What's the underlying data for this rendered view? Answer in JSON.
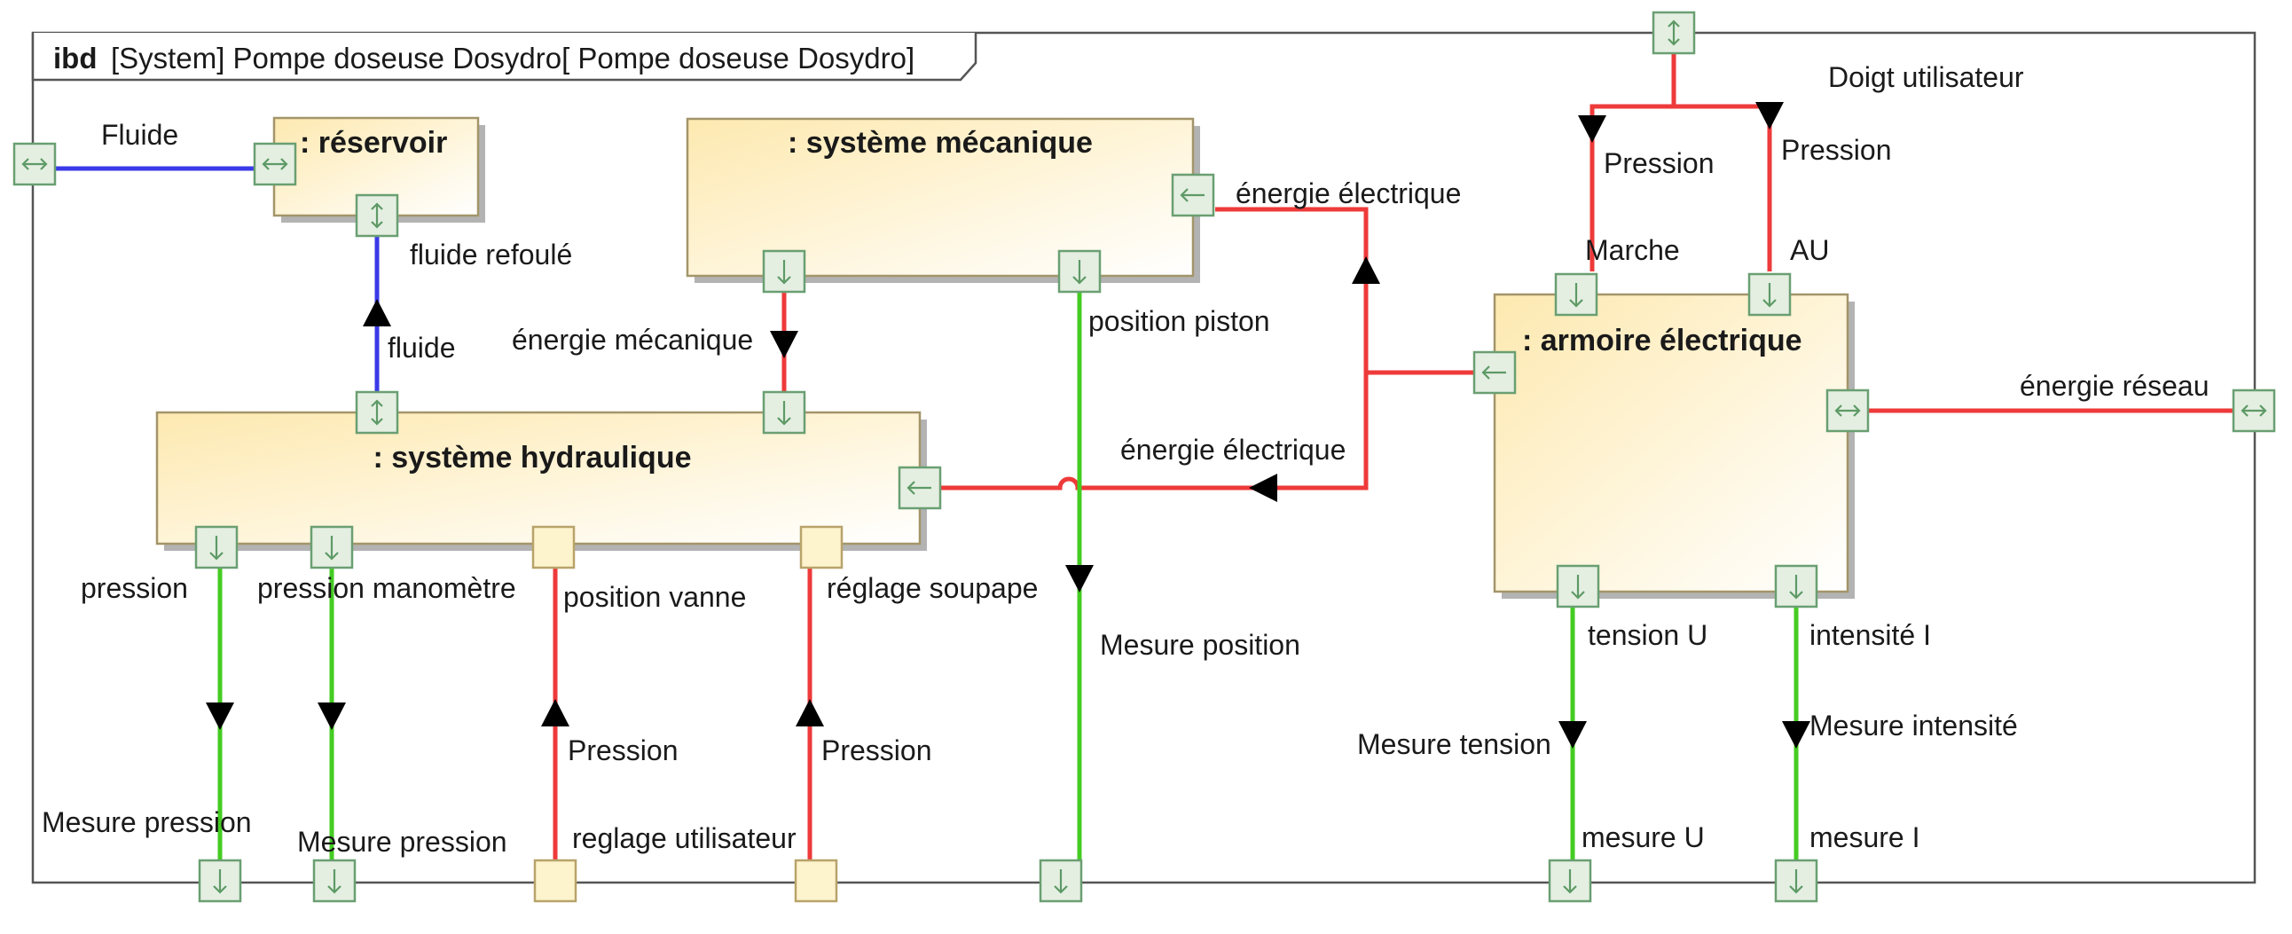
{
  "frame": {
    "keyword": "ibd",
    "title": "[System] Pompe doseuse Dosydro[ Pompe doseuse Dosydro]"
  },
  "blocks": {
    "reservoir": ": réservoir",
    "mecanique": ": système mécanique",
    "hydraulique": ": système hydraulique",
    "armoire": ": armoire électrique"
  },
  "labels": {
    "fluide_ext": "Fluide",
    "fluide_refoule": "fluide refoulé",
    "fluide": "fluide",
    "energie_mecanique": "énergie mécanique",
    "energie_electrique_meca": "énergie électrique",
    "energie_electrique_hydro": "énergie électrique",
    "position_piston": "position piston",
    "mesure_position": "Mesure position",
    "doigt_utilisateur": "Doigt utilisateur",
    "pression_left": "Pression",
    "pression_right": "Pression",
    "marche": "Marche",
    "au": "AU",
    "energie_reseau": "énergie réseau",
    "pression": "pression",
    "pression_manometre": "pression manomètre",
    "position_vanne": "position vanne",
    "reglage_soupape": "réglage soupape",
    "mesure_pression_1": "Mesure pression",
    "mesure_pression_2": "Mesure pression",
    "pression_vanne": "Pression",
    "pression_soupape": "Pression",
    "reglage_utilisateur": "reglage utilisateur",
    "tension_u": "tension U",
    "intensite_i": "intensité I",
    "mesure_tension": "Mesure tension",
    "mesure_intensite": "Mesure intensité",
    "mesure_u": "mesure U",
    "mesure_i": "mesure I"
  },
  "colors": {
    "fluid_flow": "#3a3ae8",
    "energy_flow": "#ee3a3a",
    "information_flow": "#44cc22",
    "block_fill_start": "#fde9b0",
    "block_fill_end": "#ffffff",
    "port_fill": "#e4efe2"
  }
}
